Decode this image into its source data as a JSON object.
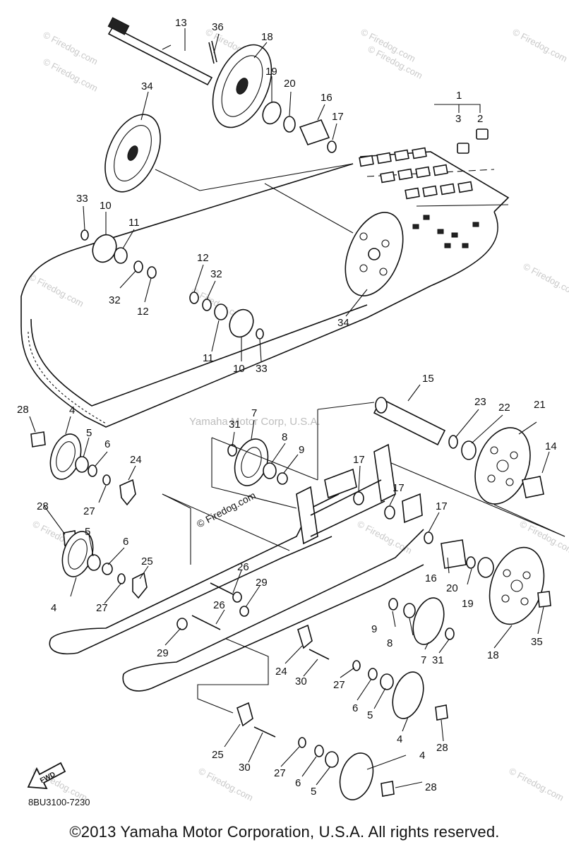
{
  "watermark": {
    "repeat_text": "© Firedog.com",
    "center_text": "Yamaha Motor Corp, U.S.A."
  },
  "fwd_label": "FWD",
  "part_code": "8BU3100-7230",
  "copyright": "©2013 Yamaha Motor Corporation, U.S.A. All rights reserved.",
  "callouts": {
    "c13": "13",
    "c36": "36",
    "c18a": "18",
    "c34a": "34",
    "c19a": "19",
    "c20a": "20",
    "c16a": "16",
    "c17a": "17",
    "c1": "1",
    "c3": "3",
    "c2": "2",
    "c33a": "33",
    "c10a": "10",
    "c11a": "11",
    "c32a": "32",
    "c12a": "12",
    "c12b": "12",
    "c32b": "32",
    "c34b": "34",
    "c11b": "11",
    "c10b": "10",
    "c33b": "33",
    "c15": "15",
    "c23": "23",
    "c22": "22",
    "c21": "21",
    "c14": "14",
    "c28a": "28",
    "c4a": "4",
    "c5a": "5",
    "c6a": "6",
    "c31a": "31",
    "c7a": "7",
    "c8a": "8",
    "c9a": "9",
    "c24a": "24",
    "c27a": "27",
    "c17b": "17",
    "c17c": "17",
    "c17d": "17",
    "c28b": "28",
    "c5b": "5",
    "c6b": "6",
    "c4b": "4",
    "c27b": "27",
    "c25a": "25",
    "c26a": "26",
    "c29a": "29",
    "c26b": "26",
    "c29b": "29",
    "c16b": "16",
    "c20b": "20",
    "c19b": "19",
    "c18b": "18",
    "c35": "35",
    "c9b": "9",
    "c8b": "8",
    "c7b": "7",
    "c31b": "31",
    "c24b": "24",
    "c30a": "30",
    "c27c": "27",
    "c6c": "6",
    "c5c": "5",
    "c4c": "4",
    "c28c": "28",
    "c25b": "25",
    "c30b": "30",
    "c27d": "27",
    "c6d": "6",
    "c5d": "5",
    "c4d": "4",
    "c28d": "28"
  }
}
